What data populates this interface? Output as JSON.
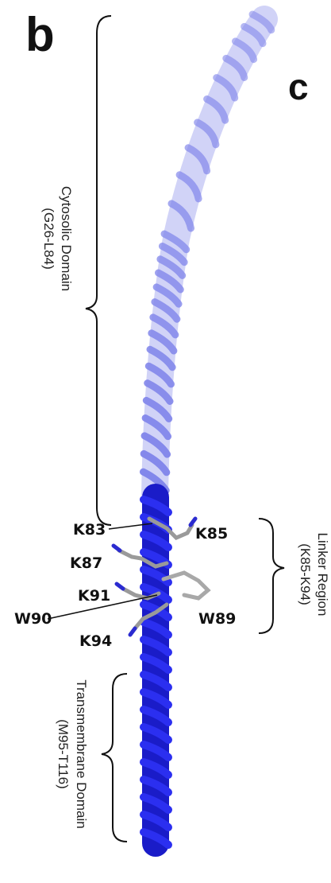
{
  "panels": {
    "b": "b",
    "c": "c"
  },
  "regions": {
    "cytosolic": {
      "name": "Cytosolic Domain",
      "range": "(G26-L84)"
    },
    "linker": {
      "name": "Linker Region",
      "range": "(K85-K94)"
    },
    "transmembrane": {
      "name": "Transmembrane Domain",
      "range": "(M95-T116)"
    }
  },
  "residues": {
    "k83": "K83",
    "k85": "K85",
    "k87": "K87",
    "k91": "K91",
    "w90": "W90",
    "w89": "W89",
    "k94": "K94"
  },
  "colors": {
    "cytosolic_helix": "#8a8ff0",
    "membrane_helix": "#1d1fd8",
    "sidechain": "#9a9a9a",
    "nitrogen": "#2b2bd0"
  }
}
